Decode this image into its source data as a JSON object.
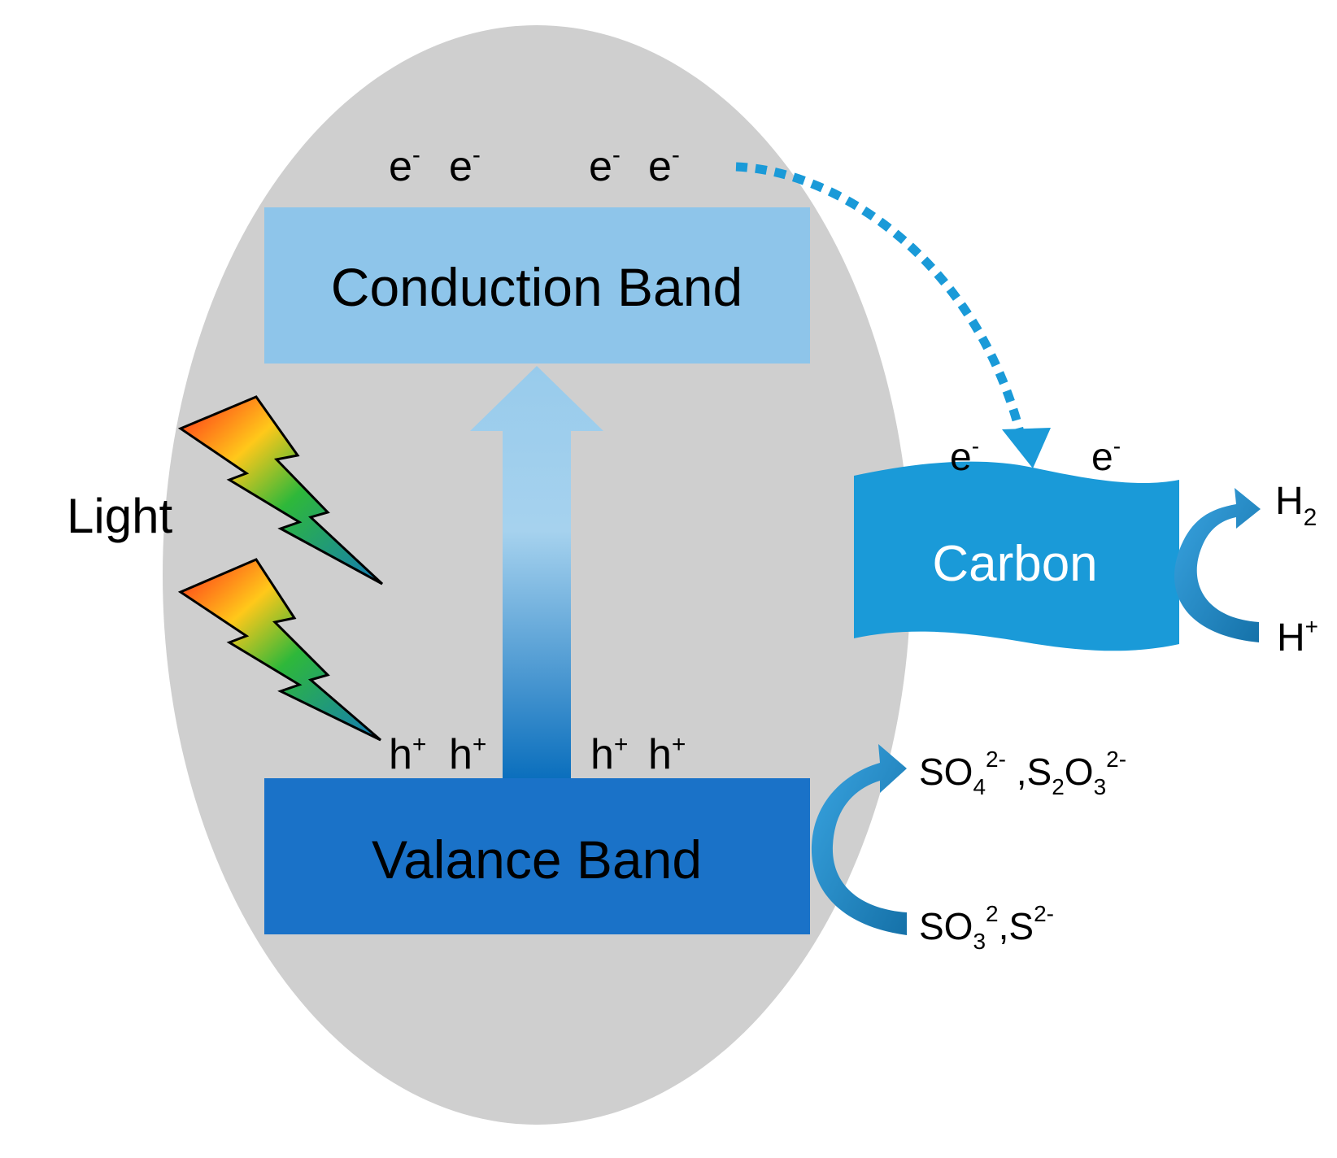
{
  "labels": {
    "conduction_band": "Conduction Band",
    "valence_band": "Valance Band",
    "light": "Light",
    "carbon": "Carbon",
    "electron": "e",
    "electron_charge": "-",
    "hole": "h",
    "hole_charge": "+",
    "h2_base": "H",
    "h2_sub": "2",
    "hplus_base": "H",
    "hplus_sup": "+",
    "sulfate": {
      "a": "SO",
      "a_sub": "4",
      "a_sup": "2-",
      "sep": " ,",
      "b": "S",
      "b_sub1": "2",
      "b_mid": "O",
      "b_sub2": "3",
      "b_sup": "2-"
    },
    "sulfite": {
      "a": "SO",
      "a_sub": "3",
      "a_sup": "2",
      "sep": ",",
      "b": "S",
      "b_sup": "2-"
    }
  },
  "colors": {
    "particle": "#cfcfcf",
    "conduction_band": "#8ec5ea",
    "valence_band": "#1a72c8",
    "carbon": "#1a9ad8",
    "dotted_arrow": "#1a9ad8",
    "curved_arrow": "#1f88c8",
    "carbon_text": "#ffffff"
  }
}
